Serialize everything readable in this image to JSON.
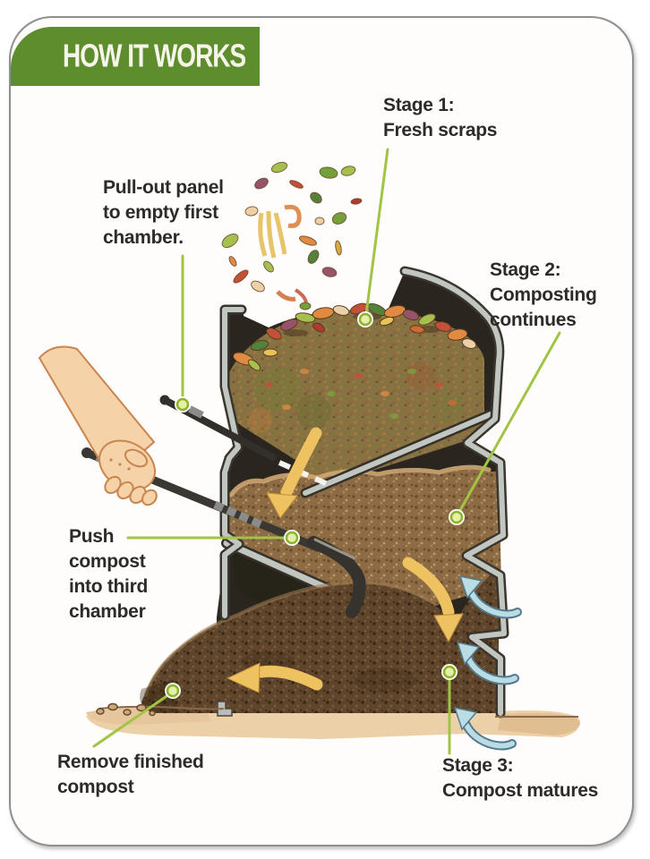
{
  "header": {
    "title": "HOW IT WORKS"
  },
  "labels": {
    "stage1": {
      "lines": [
        "Stage 1:",
        "Fresh scraps"
      ]
    },
    "stage2": {
      "lines": [
        "Stage 2:",
        "Composting",
        "continues"
      ]
    },
    "stage3": {
      "lines": [
        "Stage 3:",
        "Compost matures"
      ]
    },
    "pull_out": {
      "lines": [
        "Pull-out panel",
        "to empty first",
        "chamber."
      ]
    },
    "push": {
      "lines": [
        "Push",
        "compost",
        "into third",
        "chamber"
      ]
    },
    "remove": {
      "lines": [
        "Remove finished",
        "compost"
      ]
    }
  },
  "icons": {
    "leader_dot": "callout-endpoint-dot",
    "yellow_arrow": "compost-flow-arrow",
    "blue_arrow": "airflow-arrow"
  },
  "colors": {
    "banner_green": "#5d8d2d",
    "leader_green": "#a2c445",
    "arrow_yellow": "#eec161",
    "airflow_blue": "#badce5",
    "bin_dark": "#2a261f",
    "wall_gray": "#c2c6c0",
    "compost_light_brown": "#8d6b44",
    "compost_dark_brown": "#5f452c",
    "skin": "#f6d2a8",
    "ground_tan": "#ecd0a8",
    "text_dark": "#2c2b29"
  }
}
